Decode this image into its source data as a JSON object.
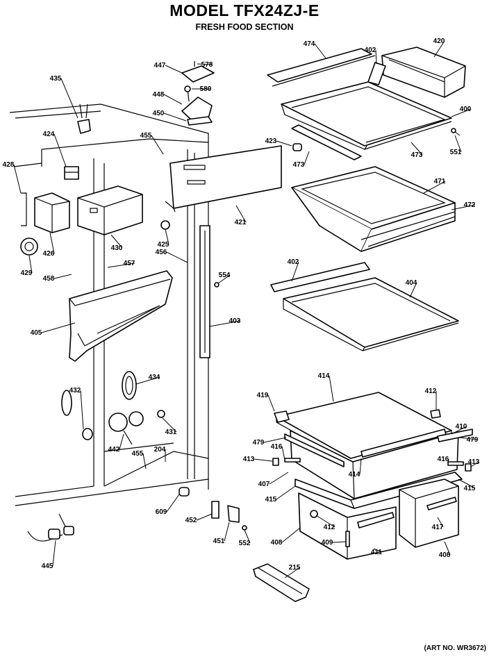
{
  "title": {
    "model": "MODEL  TFX24ZJ-E",
    "section": "FRESH FOOD SECTION"
  },
  "footer": {
    "art_no": "(ART NO. WR3672)"
  },
  "callouts": [
    {
      "id": "c474",
      "label": "474"
    },
    {
      "id": "c402a",
      "label": "402"
    },
    {
      "id": "c420",
      "label": "420"
    },
    {
      "id": "c400",
      "label": "400"
    },
    {
      "id": "c551",
      "label": "551"
    },
    {
      "id": "c473a",
      "label": "473"
    },
    {
      "id": "c473b",
      "label": "473"
    },
    {
      "id": "c423",
      "label": "423"
    },
    {
      "id": "c471",
      "label": "471"
    },
    {
      "id": "c472",
      "label": "472"
    },
    {
      "id": "c447",
      "label": "447"
    },
    {
      "id": "c578",
      "label": "578"
    },
    {
      "id": "c448",
      "label": "448"
    },
    {
      "id": "c580",
      "label": "580"
    },
    {
      "id": "c450",
      "label": "450"
    },
    {
      "id": "c435",
      "label": "435"
    },
    {
      "id": "c424",
      "label": "424"
    },
    {
      "id": "c455a",
      "label": "455"
    },
    {
      "id": "c428",
      "label": "428"
    },
    {
      "id": "c426",
      "label": "426"
    },
    {
      "id": "c430",
      "label": "430"
    },
    {
      "id": "c425",
      "label": "425"
    },
    {
      "id": "c421",
      "label": "421"
    },
    {
      "id": "c429",
      "label": "429"
    },
    {
      "id": "c456",
      "label": "456"
    },
    {
      "id": "c457",
      "label": "457"
    },
    {
      "id": "c458",
      "label": "458"
    },
    {
      "id": "c554",
      "label": "554"
    },
    {
      "id": "c402b",
      "label": "402"
    },
    {
      "id": "c404",
      "label": "404"
    },
    {
      "id": "c403",
      "label": "403"
    },
    {
      "id": "c405",
      "label": "405"
    },
    {
      "id": "c434",
      "label": "434"
    },
    {
      "id": "c432",
      "label": "432"
    },
    {
      "id": "c431",
      "label": "431"
    },
    {
      "id": "c442",
      "label": "442"
    },
    {
      "id": "c455b",
      "label": "455"
    },
    {
      "id": "c204",
      "label": "204"
    },
    {
      "id": "c414a",
      "label": "414"
    },
    {
      "id": "c419",
      "label": "419"
    },
    {
      "id": "c412a",
      "label": "412"
    },
    {
      "id": "c410",
      "label": "410"
    },
    {
      "id": "c479a",
      "label": "479"
    },
    {
      "id": "c479b",
      "label": "479"
    },
    {
      "id": "c416a",
      "label": "416"
    },
    {
      "id": "c416b",
      "label": "416"
    },
    {
      "id": "c413a",
      "label": "413"
    },
    {
      "id": "c413b",
      "label": "413"
    },
    {
      "id": "c414b",
      "label": "414"
    },
    {
      "id": "c407",
      "label": "407"
    },
    {
      "id": "c415a",
      "label": "415"
    },
    {
      "id": "c415b",
      "label": "415"
    },
    {
      "id": "c412b",
      "label": "412"
    },
    {
      "id": "c409",
      "label": "409"
    },
    {
      "id": "c408a",
      "label": "408"
    },
    {
      "id": "c411",
      "label": "411"
    },
    {
      "id": "c417",
      "label": "417"
    },
    {
      "id": "c408b",
      "label": "408"
    },
    {
      "id": "c609",
      "label": "609"
    },
    {
      "id": "c452",
      "label": "452"
    },
    {
      "id": "c451",
      "label": "451"
    },
    {
      "id": "c552",
      "label": "552"
    },
    {
      "id": "c445",
      "label": "445"
    },
    {
      "id": "c215",
      "label": "215"
    }
  ]
}
